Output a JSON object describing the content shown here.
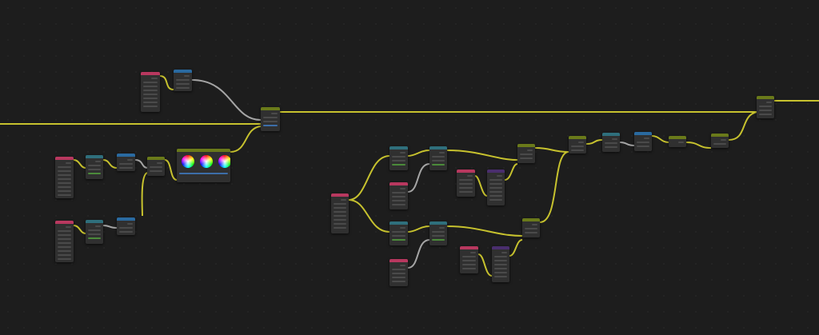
{
  "editor": {
    "type": "shader-node-editor"
  },
  "colors": {
    "background": "#1d1d1d",
    "wire_shader": "#c7c22e",
    "wire_color": "#a5a5a5",
    "header_input": "#b8385f",
    "header_texture": "#2f6f7c",
    "header_vector": "#2a6aa0",
    "header_shader": "#6a7a1a",
    "header_converter": "#4a2e6e",
    "header_output": "#6a7a1a"
  },
  "nodes": [
    {
      "kind": "input"
    },
    {
      "kind": "vector"
    },
    {
      "kind": "shader"
    },
    {
      "kind": "output"
    },
    {
      "kind": "input"
    },
    {
      "kind": "texture"
    },
    {
      "kind": "vector"
    },
    {
      "kind": "shader"
    },
    {
      "kind": "color-balance"
    },
    {
      "kind": "input"
    },
    {
      "kind": "texture"
    },
    {
      "kind": "vector"
    },
    {
      "kind": "input"
    },
    {
      "kind": "texture"
    },
    {
      "kind": "texture"
    },
    {
      "kind": "input"
    },
    {
      "kind": "input"
    },
    {
      "kind": "converter"
    },
    {
      "kind": "shader"
    },
    {
      "kind": "texture"
    },
    {
      "kind": "texture"
    },
    {
      "kind": "input"
    },
    {
      "kind": "input"
    },
    {
      "kind": "converter"
    },
    {
      "kind": "shader"
    },
    {
      "kind": "shader"
    },
    {
      "kind": "texture"
    },
    {
      "kind": "vector"
    },
    {
      "kind": "shader"
    },
    {
      "kind": "shader"
    }
  ]
}
